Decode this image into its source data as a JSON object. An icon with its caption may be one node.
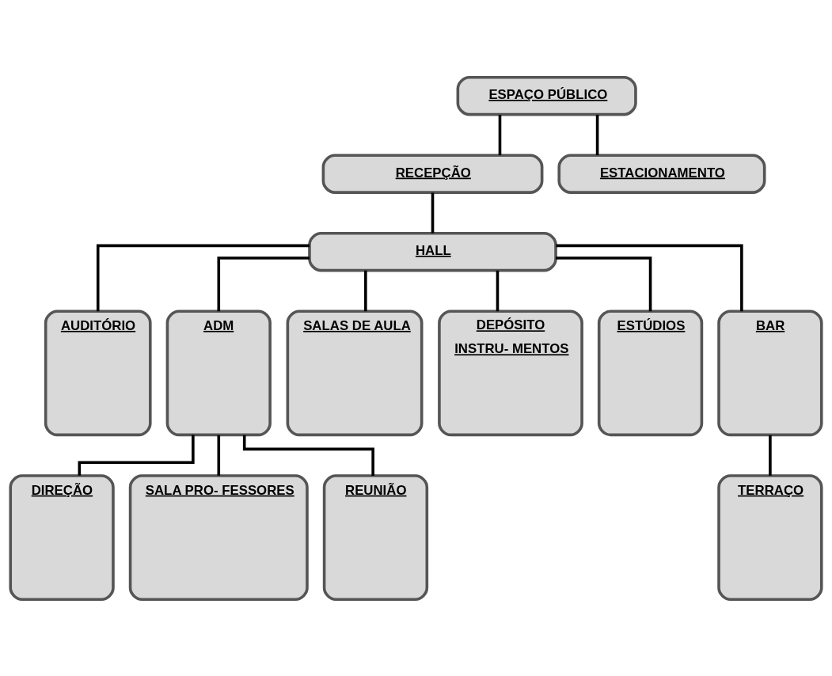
{
  "diagram": {
    "nodes": [
      {
        "text": [
          "ESPAÇO PÚBLICO"
        ]
      },
      {
        "text": [
          "RECEPÇÃO"
        ]
      },
      {
        "text": [
          "ESTACIONAMENTO"
        ]
      },
      {
        "text": [
          "HALL"
        ]
      },
      {
        "text": [
          "AUDITÓRIO"
        ]
      },
      {
        "text": [
          "ADM"
        ]
      },
      {
        "text": [
          "SALAS DE AULA"
        ]
      },
      {
        "text": [
          "DEPÓSITO",
          "INSTRU- MENTOS"
        ]
      },
      {
        "text": [
          "ESTÚDIOS"
        ]
      },
      {
        "text": [
          "BAR"
        ]
      },
      {
        "text": [
          "DIREÇÃO"
        ]
      },
      {
        "text": [
          "SALA PRO- FESSORES"
        ]
      },
      {
        "text": [
          "REUNIÃO"
        ]
      },
      {
        "text": [
          "TERRAÇO"
        ]
      }
    ],
    "edges": [
      {
        "from": 0,
        "to": 1,
        "arrow": "none"
      },
      {
        "from": 0,
        "to": 2,
        "arrow": "none"
      },
      {
        "from": 1,
        "to": 3,
        "arrow": "none"
      },
      {
        "from": 3,
        "to": 4,
        "arrow": "none"
      },
      {
        "from": 3,
        "to": 5,
        "arrow": "none"
      },
      {
        "from": 3,
        "to": 6,
        "arrow": "none"
      },
      {
        "from": 3,
        "to": 7,
        "arrow": "none"
      },
      {
        "from": 3,
        "to": 8,
        "arrow": "none"
      },
      {
        "from": 3,
        "to": 9,
        "arrow": "none"
      },
      {
        "from": 5,
        "to": 10,
        "arrow": "none"
      },
      {
        "from": 5,
        "to": 11,
        "arrow": "none"
      },
      {
        "from": 5,
        "to": 12,
        "arrow": "none"
      },
      {
        "from": 9,
        "to": 13,
        "arrow": "none"
      }
    ]
  }
}
